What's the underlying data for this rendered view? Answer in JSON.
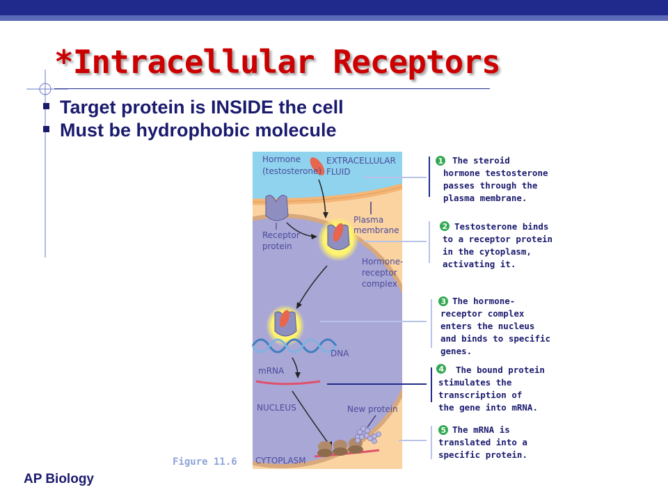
{
  "slide": {
    "title": "*Intracellular Receptors",
    "bullets": [
      "Target protein is INSIDE the cell",
      "Must be hydrophobic molecule"
    ],
    "footer": "AP Biology",
    "figure_label": "Figure 11.6"
  },
  "diagram": {
    "labels": {
      "hormone_line1": "Hormone",
      "hormone_line2": "(testosterone)",
      "extracellular_line1": "EXTRACELLULAR",
      "extracellular_line2": "FLUID",
      "plasma_line1": "Plasma",
      "plasma_line2": "membrane",
      "receptor_line1": "Receptor",
      "receptor_line2": "protein",
      "complex_line1": "Hormone-",
      "complex_line2": "receptor",
      "complex_line3": "complex",
      "dna": "DNA",
      "mrna": "mRNA",
      "nucleus": "NUCLEUS",
      "new_protein": "New protein",
      "cytoplasm": "CYTOPLASM"
    },
    "steps": [
      {
        "number": "1",
        "lines": [
          "The steroid",
          "hormone testosterone",
          "passes through the",
          "plasma membrane."
        ]
      },
      {
        "number": "2",
        "lines": [
          "Testosterone binds",
          "to a receptor protein",
          "in the cytoplasm,",
          "activating it."
        ]
      },
      {
        "number": "3",
        "lines": [
          "The hormone-",
          "receptor complex",
          "enters the nucleus",
          "and binds to specific",
          "genes."
        ]
      },
      {
        "number": "4",
        "lines": [
          "The bound protein",
          "stimulates the",
          "transcription of",
          "the gene into mRNA."
        ]
      },
      {
        "number": "5",
        "lines": [
          "The mRNA is",
          "translated into a",
          "specific protein."
        ]
      }
    ],
    "colors": {
      "extracellular": "#8fd3ee",
      "cytoplasm": "#fbd3a1",
      "nucleus": "#a9a7d6",
      "membrane": "#f3b677",
      "hormone": "#e8654e",
      "receptor": "#8e8fc0",
      "dna": "#3f7fbf",
      "mrna": "#e0506a"
    }
  }
}
